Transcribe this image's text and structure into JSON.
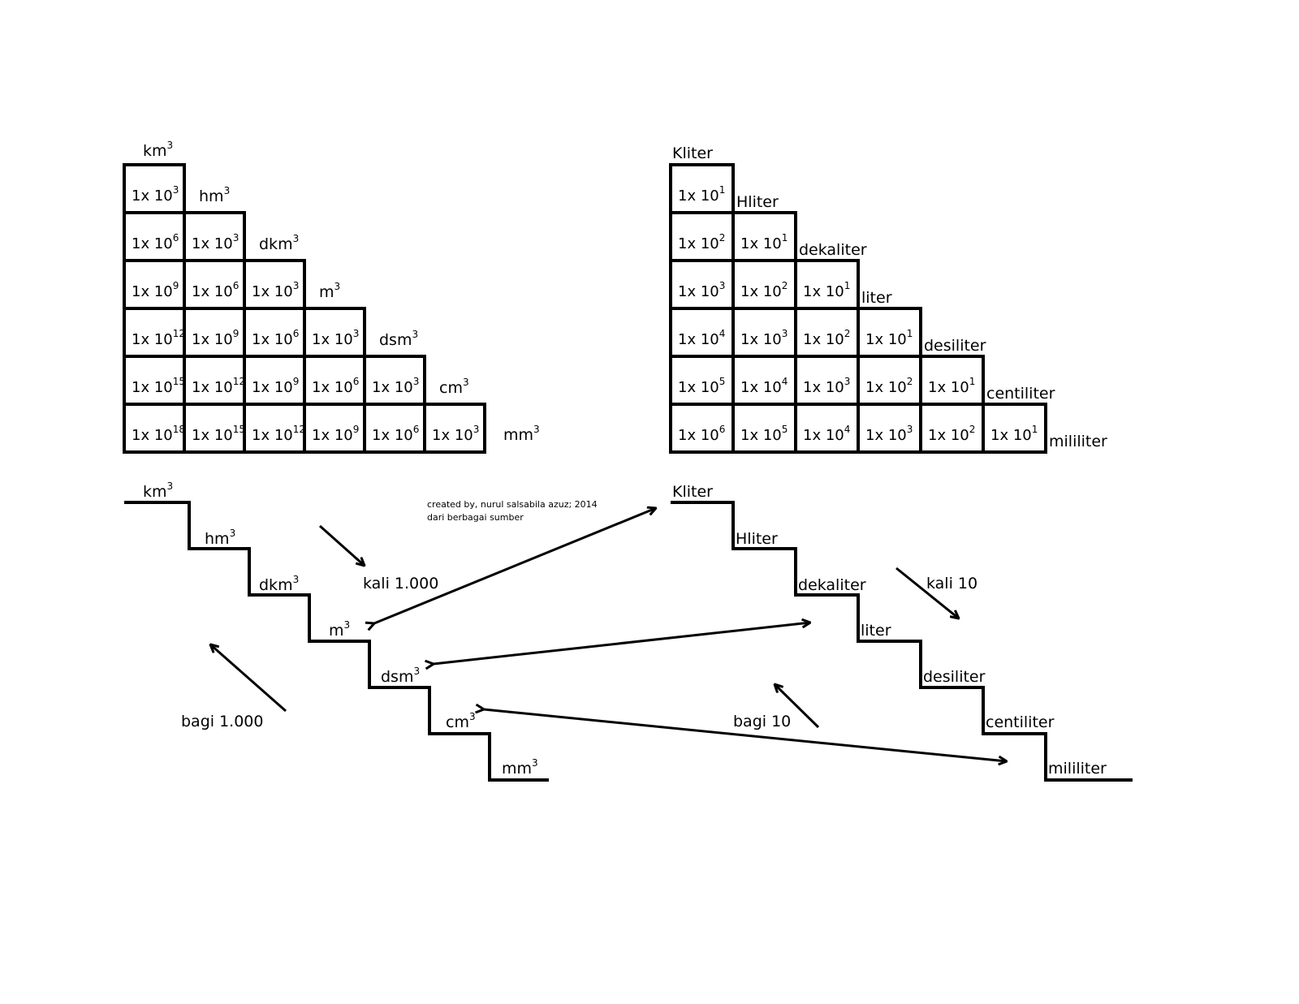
{
  "volume_units": [
    "km",
    "hm",
    "dkm",
    "m",
    "dsm",
    "cm",
    "mm"
  ],
  "volume_unit_power": "3",
  "volume_exponents": [
    [
      "3"
    ],
    [
      "6",
      "3"
    ],
    [
      "9",
      "6",
      "3"
    ],
    [
      "12",
      "9",
      "6",
      "3"
    ],
    [
      "15",
      "12",
      "9",
      "6",
      "3"
    ],
    [
      "18",
      "15",
      "12",
      "9",
      "6",
      "3"
    ]
  ],
  "liter_units": [
    "Kliter",
    "Hliter",
    "dekaliter",
    "liter",
    "desiliter",
    "centiliter",
    "mililiter"
  ],
  "liter_exponents": [
    [
      "1"
    ],
    [
      "2",
      "1"
    ],
    [
      "3",
      "2",
      "1"
    ],
    [
      "4",
      "3",
      "2",
      "1"
    ],
    [
      "5",
      "4",
      "3",
      "2",
      "1"
    ],
    [
      "6",
      "5",
      "4",
      "3",
      "2",
      "1"
    ]
  ],
  "cell_prefix": "1x 10",
  "factor_labels": {
    "volume_down": "kali 1.000",
    "volume_up": "bagi 1.000",
    "liter_down": "kali 10",
    "liter_up": "bagi  10"
  },
  "credit": [
    "created by, nurul salsabila azuz; 2014",
    "dari berbagai sumber"
  ],
  "colors": {
    "ink": "#000000",
    "background": "#ffffff"
  }
}
